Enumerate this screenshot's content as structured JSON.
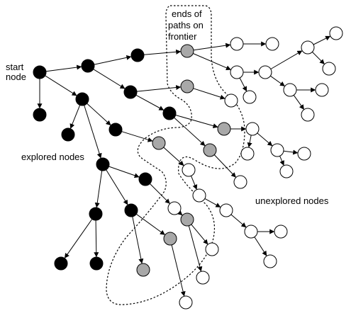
{
  "labels": {
    "start_line1": "start",
    "start_line2": "node",
    "explored": "explored nodes",
    "unexplored": "unexplored nodes",
    "frontier_line1": "ends of",
    "frontier_line2": "paths on",
    "frontier_line3": "frontier"
  },
  "legend_colors": {
    "explored": "#000000",
    "frontier": "#a8a8a8",
    "unexplored": "#ffffff"
  }
}
